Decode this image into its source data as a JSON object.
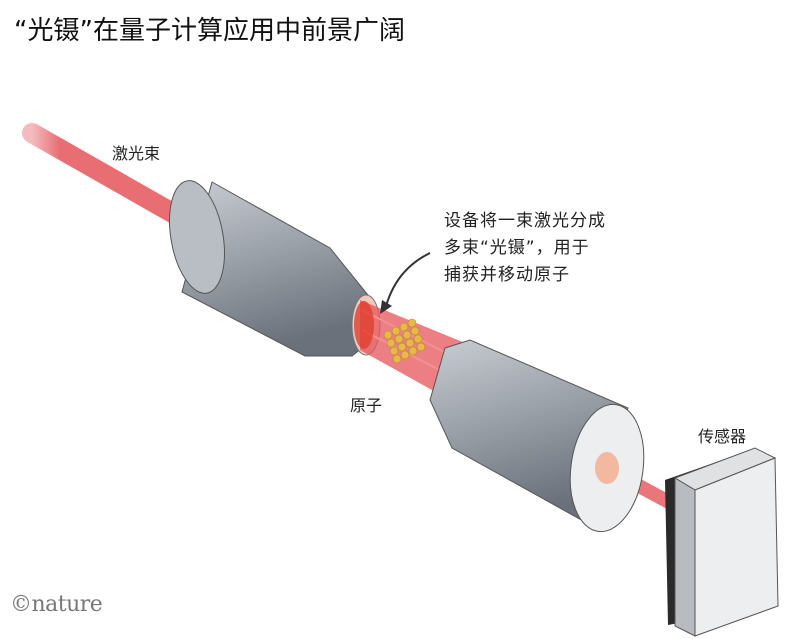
{
  "title": "“光镊”在量子计算应用中前景广阔",
  "labels": {
    "laser_beam": "激光束",
    "device_note": "设备将一束激光分成\n多束“光镊”，用于\n捕获并移动原子",
    "atoms": "原子",
    "sensor": "传感器"
  },
  "credit": "©nature",
  "colors": {
    "beam": "#e4545a",
    "cylinder": "#9aa0a8",
    "atom": "#e8b84a"
  }
}
